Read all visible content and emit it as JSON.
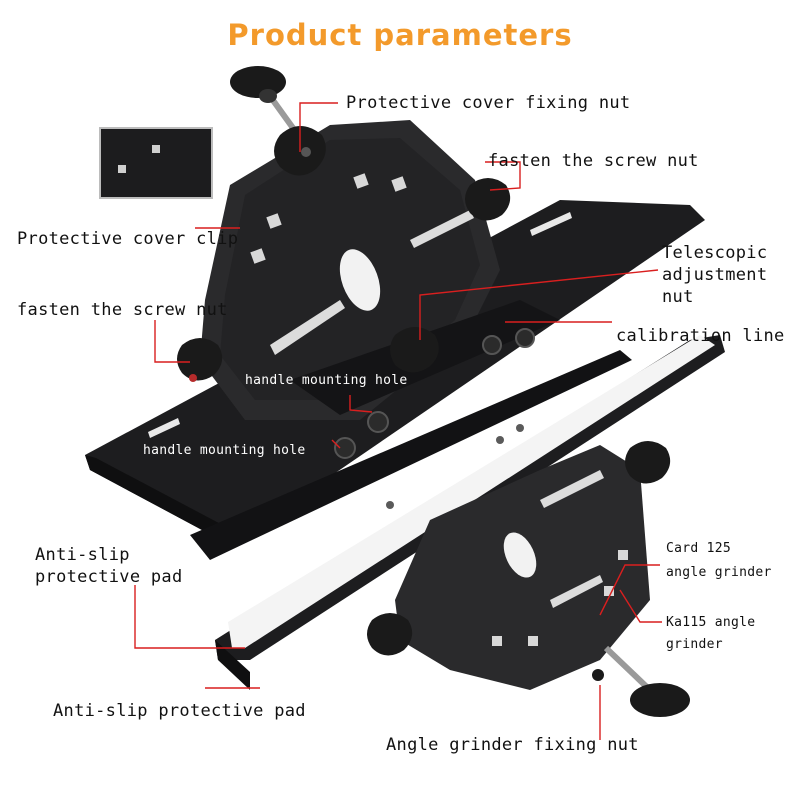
{
  "title": "Product parameters",
  "colors": {
    "title": "#f39a2b",
    "leader": "#d91f1f",
    "metal": "#1d1d1f",
    "pad": "#f4f4f4",
    "background": "#ffffff"
  },
  "labels": {
    "protective_cover_fixing_nut": "Protective cover fixing nut",
    "fasten_screw_nut_right": "fasten the screw nut",
    "protective_cover_clip": "Protective cover clip",
    "telescopic_line1": "Telescopic",
    "telescopic_line2": "adjustment",
    "telescopic_line3": "nut",
    "fasten_screw_nut_left": "fasten the screw nut",
    "calibration_line": "calibration line",
    "handle_mounting_hole_1": "handle mounting hole",
    "handle_mounting_hole_2": "handle mounting hole",
    "anti_slip_line1": "Anti-slip",
    "anti_slip_line2": "protective pad",
    "card125_line1": "Card 125",
    "card125_line2": "angle grinder",
    "ka115_line1": "Ka115 angle",
    "ka115_line2": "grinder",
    "anti_slip_bottom": "Anti-slip protective pad",
    "angle_grinder_fixing_nut": "Angle grinder fixing nut"
  }
}
